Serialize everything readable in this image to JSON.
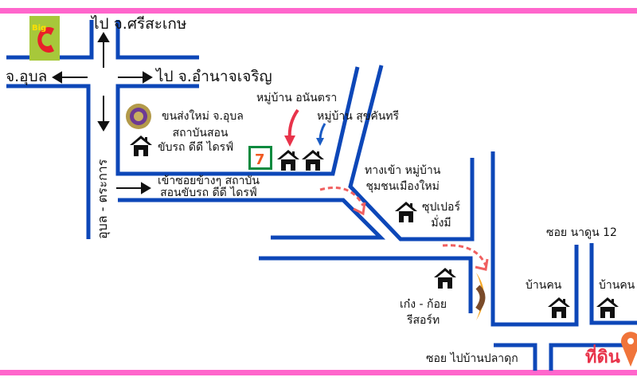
{
  "colors": {
    "road": "#0d47b8",
    "border": "#ff66cc",
    "accent": "#e8334a",
    "pin": "#f0743a"
  },
  "labels": {
    "to_sisaket": "ไป จ.ศรีสะเกษ",
    "to_ubon": "จ.อุบล",
    "to_amnat": "ไป จ.อำนาจเจริญ",
    "road_ubon_trakan": "อุบล - ตระการ",
    "transport_office": [
      "ขนส่งใหม่ จ.อุบล"
    ],
    "driving_school": [
      "สถาบันสอน",
      "ขับรถ ดีดี ไดรฟ์"
    ],
    "side_soi": [
      "เข้าซอยข้างๆ สถาบัน",
      "สอนขับรถ ดีดี ไดรฟ์"
    ],
    "village_anantra": "หมู่บ้าน อนันตรา",
    "village_suk_country": "หมู่บ้าน สุขคันทรี",
    "entrance_village": [
      "ทางเข้า หมู่บ้าน",
      "ชุมชนเมืองใหม่"
    ],
    "supermarket": [
      "ซุปเปอร์",
      "มั่งมี"
    ],
    "soi_nadun": "ซอย นาดูน 12",
    "resort": [
      "เก๋ง - ก้อย",
      "รีสอร์ท"
    ],
    "house1": "บ้านคน",
    "house2": "บ้านคน",
    "soi_pladuk": "ซอย ไปบ้านปลาดุก",
    "land": "ที่ดิน"
  },
  "logos": {
    "bigc": "Big C",
    "seven": "7 ELEVEN"
  }
}
